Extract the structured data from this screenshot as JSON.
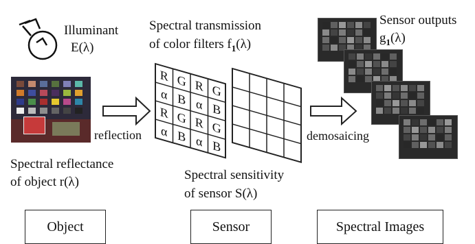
{
  "object_panel": {
    "illuminant_title": "Illuminant",
    "illuminant_symbol": "E(λ)",
    "reflectance_line1": "Spectral reflectance",
    "reflectance_line2": "of object r(λ)",
    "box_label": "Object",
    "lightbulb_icon": "lightbulb-icon",
    "photo_icon": "color-checker-photo"
  },
  "arrows": {
    "reflection_label": "reflection",
    "demosaicing_label": "demosaicing"
  },
  "sensor_panel": {
    "filters_line1": "Spectral transmission",
    "filters_line2": "of color filters f",
    "filters_sub": "1",
    "filters_tail": "(λ)",
    "sensitivity_line1": "Spectral sensitivity",
    "sensitivity_line2": "of sensor S(λ)",
    "box_label": "Sensor",
    "filter_mosaic": [
      [
        "R",
        "G",
        "R",
        "G"
      ],
      [
        "α",
        "B",
        "α",
        "B"
      ],
      [
        "R",
        "G",
        "R",
        "G"
      ],
      [
        "α",
        "B",
        "α",
        "B"
      ]
    ]
  },
  "output_panel": {
    "outputs_line1": "Sensor outputs",
    "outputs_symbol": "g",
    "outputs_sub": "1",
    "outputs_tail": "(λ)",
    "box_label": "Spectral Images"
  }
}
